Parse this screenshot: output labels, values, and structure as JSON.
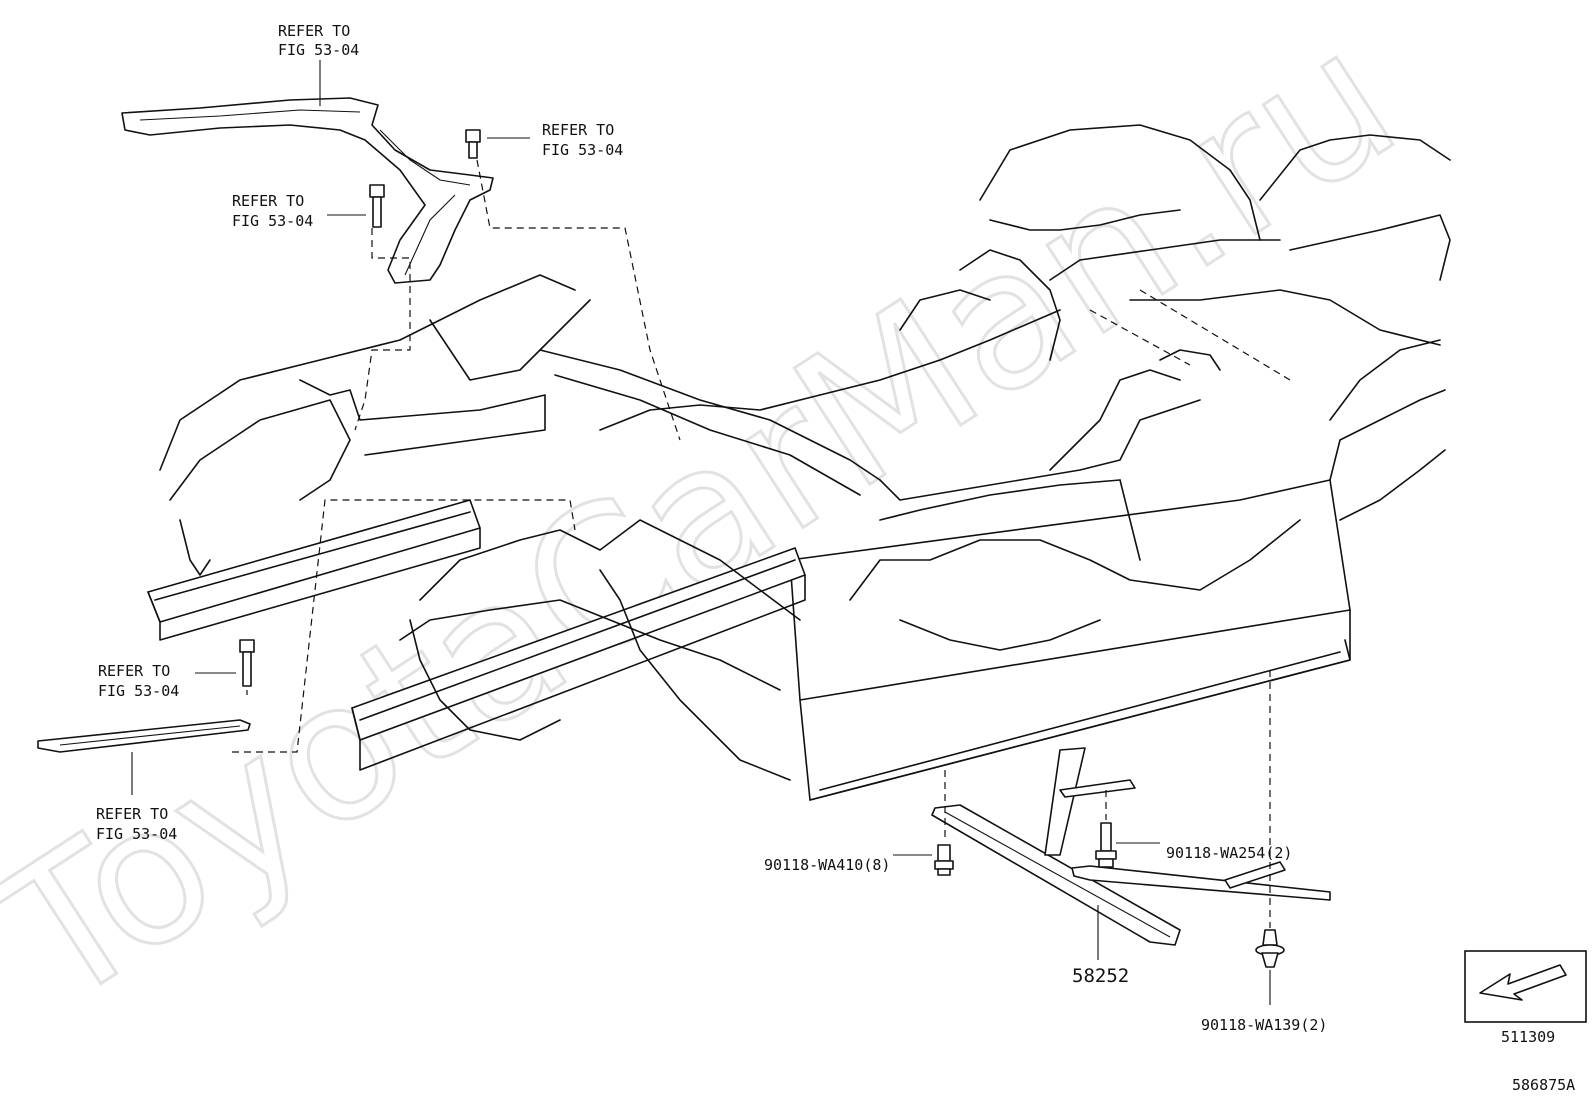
{
  "watermark": "ToyotaCarMan.ru",
  "callouts": {
    "top_left": [
      "REFER TO",
      "FIG 53-04"
    ],
    "top_mid": [
      "REFER TO",
      "FIG 53-04"
    ],
    "left_bolt": [
      "REFER TO",
      "FIG 53-04"
    ],
    "mid_left_bolt": [
      "REFER TO",
      "FIG 53-04"
    ],
    "bottom_left": [
      "REFER TO",
      "FIG 53-04"
    ]
  },
  "parts": {
    "bolt_a": "90118-WA410(8)",
    "bolt_b": "90118-WA254(2)",
    "clip": "90118-WA139(2)",
    "brace": "58252"
  },
  "inset_code": "511309",
  "figure_code": "586875A"
}
